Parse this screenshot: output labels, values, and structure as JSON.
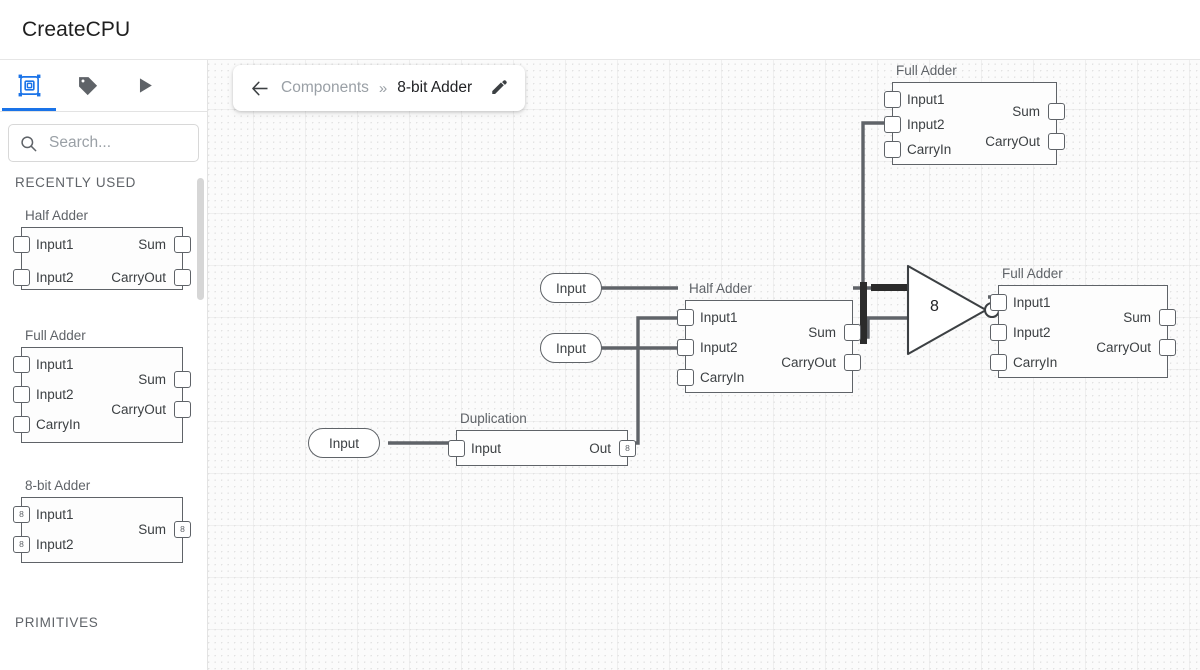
{
  "app": {
    "title": "CreateCPU"
  },
  "sidebar": {
    "tabs": [
      {
        "name": "components-tab",
        "icon": "chip-icon",
        "active": true
      },
      {
        "name": "labels-tab",
        "icon": "tag-icon",
        "active": false
      },
      {
        "name": "run-tab",
        "icon": "play-icon",
        "active": false
      }
    ],
    "search": {
      "placeholder": "Search...",
      "value": "",
      "icon": "search-icon"
    },
    "sections": [
      {
        "label": "RECENTLY USED"
      },
      {
        "label": "PRIMITIVES"
      }
    ],
    "components": [
      {
        "name": "Half Adder",
        "inputs": [
          {
            "label": "Input1",
            "width": 1
          },
          {
            "label": "Input2",
            "width": 1
          }
        ],
        "outputs": [
          {
            "label": "Sum",
            "width": 1
          },
          {
            "label": "CarryOut",
            "width": 1
          }
        ]
      },
      {
        "name": "Full Adder",
        "inputs": [
          {
            "label": "Input1",
            "width": 1
          },
          {
            "label": "Input2",
            "width": 1
          },
          {
            "label": "CarryIn",
            "width": 1
          }
        ],
        "outputs": [
          {
            "label": "Sum",
            "width": 1
          },
          {
            "label": "CarryOut",
            "width": 1
          }
        ]
      },
      {
        "name": "8-bit Adder",
        "inputs": [
          {
            "label": "Input1",
            "width": 8
          },
          {
            "label": "Input2",
            "width": 8
          }
        ],
        "outputs": [
          {
            "label": "Sum",
            "width": 8
          }
        ]
      }
    ]
  },
  "breadcrumb": {
    "back_icon": "arrow-left-icon",
    "parent": "Components",
    "separator": "»",
    "current": "8-bit Adder",
    "edit_icon": "pencil-icon"
  },
  "canvas": {
    "nodes": [
      {
        "id": "full-adder-top",
        "type": "chip",
        "name": "Full Adder",
        "inputs": [
          {
            "label": "Input1",
            "width": 1
          },
          {
            "label": "Input2",
            "width": 1
          },
          {
            "label": "CarryIn",
            "width": 1
          }
        ],
        "outputs": [
          {
            "label": "Sum",
            "width": 1
          },
          {
            "label": "CarryOut",
            "width": 1
          }
        ]
      },
      {
        "id": "half-adder-mid",
        "type": "chip",
        "name": "Half Adder",
        "inputs": [
          {
            "label": "Input1",
            "width": 1
          },
          {
            "label": "Input2",
            "width": 1
          },
          {
            "label": "CarryIn",
            "width": 1
          }
        ],
        "outputs": [
          {
            "label": "Sum",
            "width": 1
          },
          {
            "label": "CarryOut",
            "width": 1
          }
        ]
      },
      {
        "id": "full-adder-right",
        "type": "chip",
        "name": "Full Adder",
        "inputs": [
          {
            "label": "Input1",
            "width": 1
          },
          {
            "label": "Input2",
            "width": 1
          },
          {
            "label": "CarryIn",
            "width": 1
          }
        ],
        "outputs": [
          {
            "label": "Sum",
            "width": 1
          },
          {
            "label": "CarryOut",
            "width": 1
          }
        ]
      },
      {
        "id": "duplication",
        "type": "chip",
        "name": "Duplication",
        "inputs": [
          {
            "label": "Input",
            "width": 1
          }
        ],
        "outputs": [
          {
            "label": "Out",
            "width": 8
          }
        ]
      },
      {
        "id": "merge-gate",
        "type": "gate",
        "label": "8",
        "inverted": true
      }
    ],
    "input_pins": [
      {
        "id": "input-pin-1",
        "label": "Input"
      },
      {
        "id": "input-pin-2",
        "label": "Input"
      },
      {
        "id": "input-pin-3",
        "label": "Input"
      }
    ]
  },
  "colors": {
    "accent": "#1a73e8",
    "outline": "#5f6368",
    "text": "#3c4043",
    "muted": "#9aa0a6",
    "canvas_bg": "#fbfbfb",
    "grid": "#efefef"
  }
}
